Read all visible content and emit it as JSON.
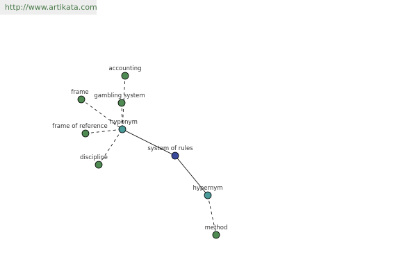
{
  "header": {
    "url": "http://www.artikata.com"
  },
  "colors": {
    "leaf": "#4f8a52",
    "hub": "#4a9a9a",
    "center": "#3a4a9a"
  },
  "nodes": [
    {
      "id": "accounting",
      "label": "accounting",
      "kind": "leaf"
    },
    {
      "id": "frame",
      "label": "frame",
      "kind": "leaf"
    },
    {
      "id": "gambling-system",
      "label": "gambling system",
      "kind": "leaf"
    },
    {
      "id": "hyponym",
      "label": "hyponym",
      "kind": "hub"
    },
    {
      "id": "frame-of-reference",
      "label": "frame of reference",
      "kind": "leaf"
    },
    {
      "id": "discipline",
      "label": "discipline",
      "kind": "leaf"
    },
    {
      "id": "system-of-rules",
      "label": "system of rules",
      "kind": "center"
    },
    {
      "id": "hypernym",
      "label": "hypernym",
      "kind": "hub"
    },
    {
      "id": "method",
      "label": "method",
      "kind": "leaf"
    }
  ],
  "edges": [
    {
      "from": "accounting",
      "to": "hyponym",
      "style": "dashed"
    },
    {
      "from": "frame",
      "to": "hyponym",
      "style": "dashed"
    },
    {
      "from": "gambling-system",
      "to": "hyponym",
      "style": "dashed"
    },
    {
      "from": "frame-of-reference",
      "to": "hyponym",
      "style": "dashed"
    },
    {
      "from": "discipline",
      "to": "hyponym",
      "style": "dashed"
    },
    {
      "from": "hyponym",
      "to": "system-of-rules",
      "style": "solid"
    },
    {
      "from": "system-of-rules",
      "to": "hypernym",
      "style": "solid"
    },
    {
      "from": "hypernym",
      "to": "method",
      "style": "dashed"
    }
  ]
}
